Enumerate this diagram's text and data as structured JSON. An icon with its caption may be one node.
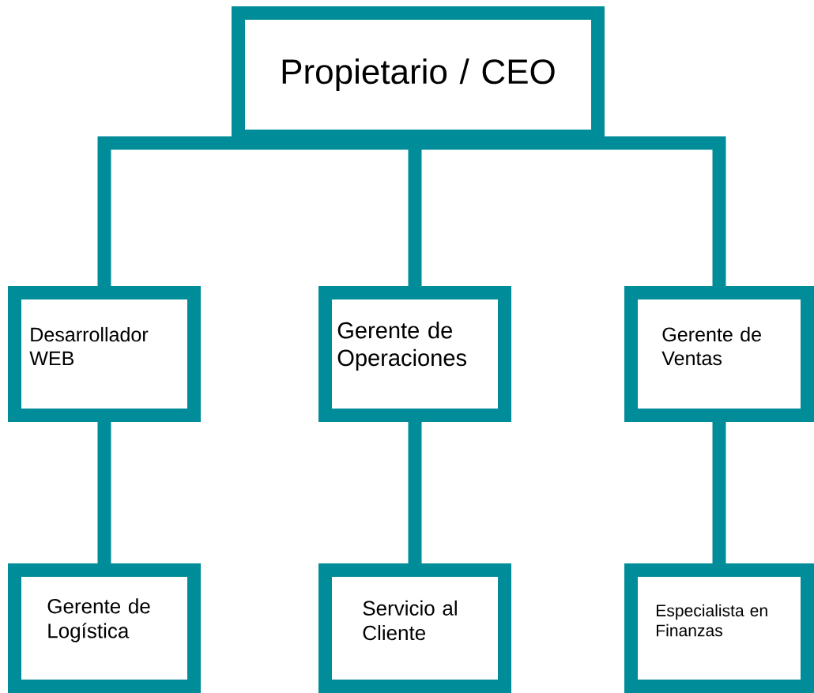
{
  "diagram": {
    "nodes": [
      {
        "text": [
          "Propietario / CEO"
        ]
      },
      {
        "text": [
          "Desarrollador WEB"
        ]
      },
      {
        "text": [
          "Gerente de Operaciones"
        ]
      },
      {
        "text": [
          "Gerente de Ventas"
        ]
      },
      {
        "text": [
          "Gerente de Logística"
        ]
      },
      {
        "text": [
          "Servicio al Cliente"
        ]
      },
      {
        "text": [
          "Especialista en Finanzas"
        ]
      }
    ],
    "edges": [
      {
        "from": 0,
        "to": 1,
        "arrow": "none"
      },
      {
        "from": 0,
        "to": 2,
        "arrow": "none"
      },
      {
        "from": 0,
        "to": 3,
        "arrow": "none"
      },
      {
        "from": 1,
        "to": 4,
        "arrow": "none"
      },
      {
        "from": 2,
        "to": 5,
        "arrow": "none"
      },
      {
        "from": 3,
        "to": 6,
        "arrow": "none"
      }
    ]
  }
}
